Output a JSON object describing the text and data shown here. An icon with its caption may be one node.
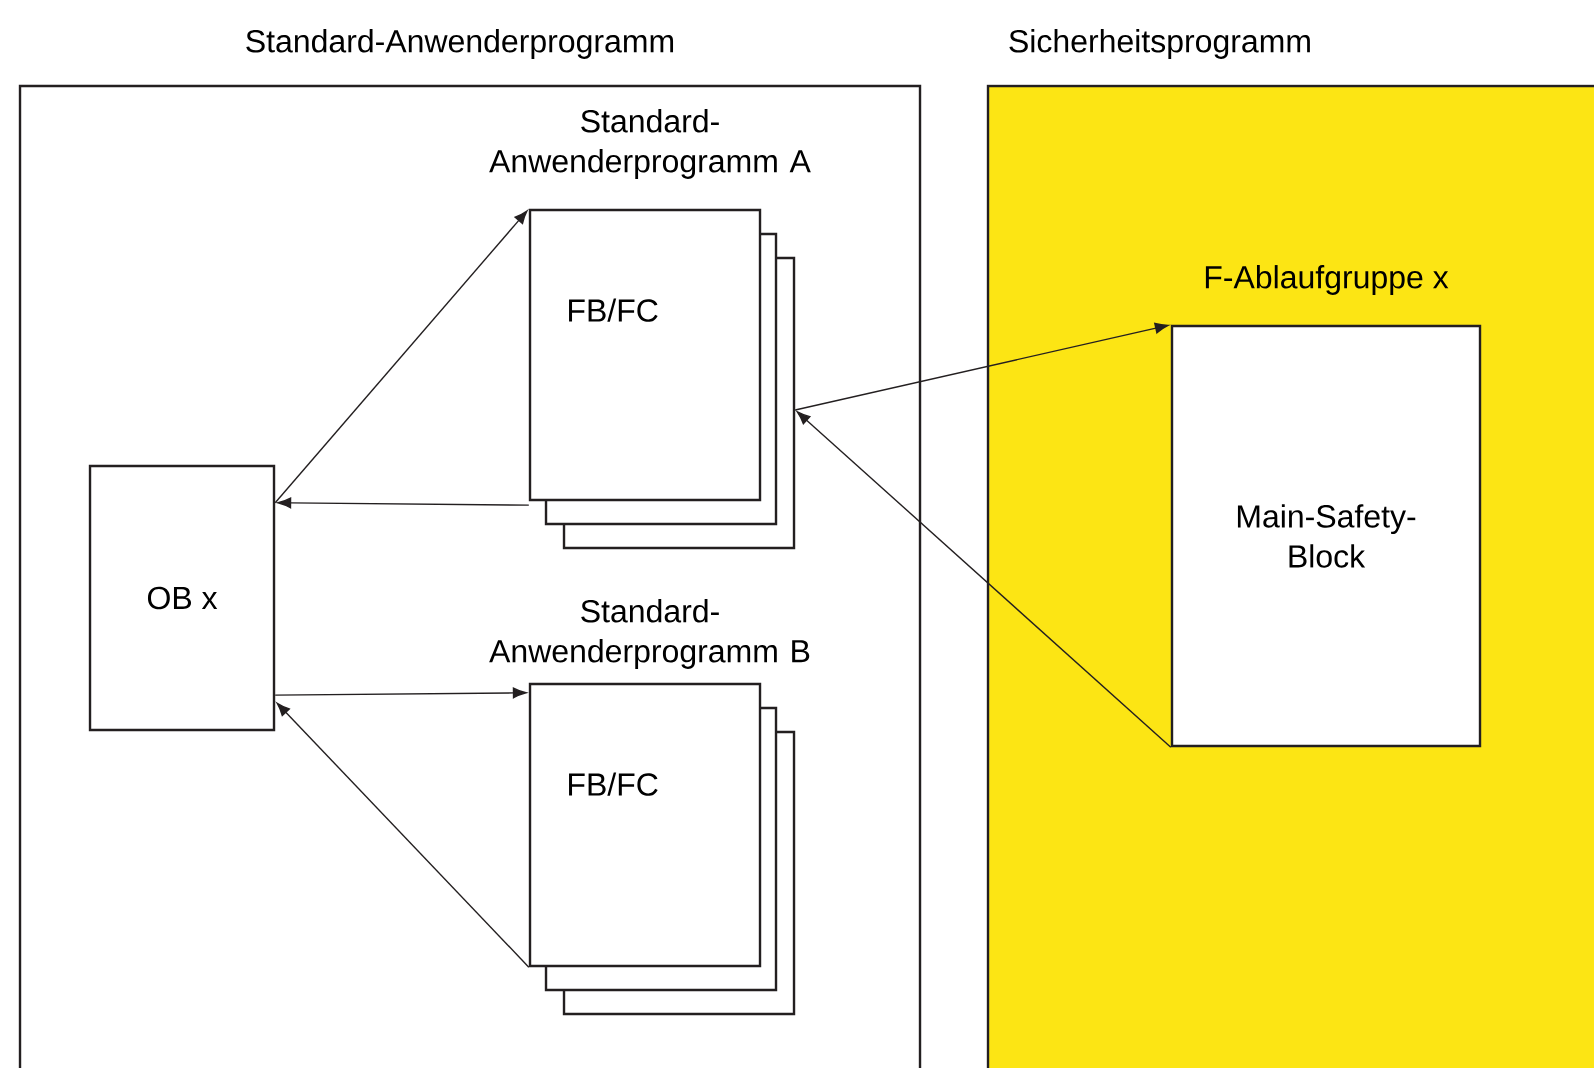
{
  "diagram": {
    "nodes": [
      {
        "text": [
          "Standard-Anwenderprogramm"
        ]
      },
      {
        "text": [
          "Sicherheitsprogramm"
        ]
      },
      {
        "text": [
          "OB x"
        ],
        "in": 0
      },
      {
        "text": [
          "Standard-Anwenderprogramm A",
          "FB/FC"
        ],
        "in": 0
      },
      {
        "text": [
          "Standard-Anwenderprogramm B",
          "FB/FC"
        ],
        "in": 0
      },
      {
        "text": [
          "F-Ablaufgruppe x",
          "Main-Safety-Block"
        ],
        "in": 1
      }
    ],
    "edges": [
      {
        "from": 2,
        "to": 3,
        "arrow": "to"
      },
      {
        "from": 3,
        "to": 2,
        "arrow": "to"
      },
      {
        "from": 2,
        "to": 4,
        "arrow": "to"
      },
      {
        "from": 4,
        "to": 2,
        "arrow": "to"
      },
      {
        "from": 3,
        "to": 5,
        "arrow": "to"
      },
      {
        "from": 5,
        "to": 3,
        "arrow": "to"
      }
    ]
  }
}
